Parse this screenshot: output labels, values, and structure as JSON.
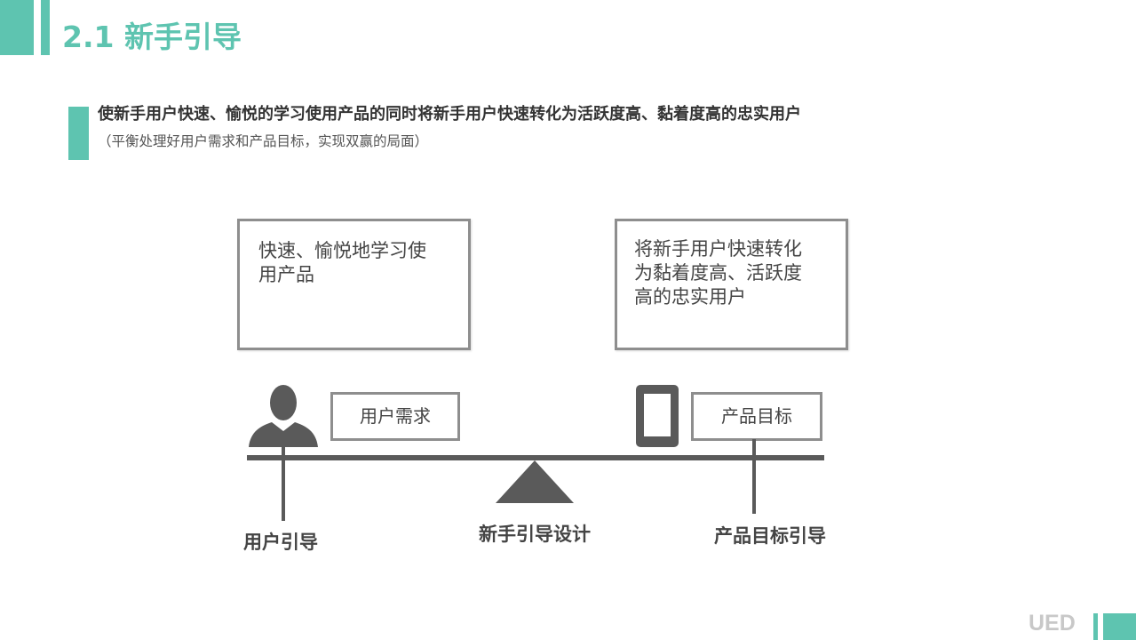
{
  "header": {
    "title": "2.1 新手引导",
    "accent_color": "#5ec4b0"
  },
  "intro": {
    "main": "使新手用户快速、愉悦的学习使用产品的同时将新手用户快速转化为活跃度高、黏着度高的忠实用户",
    "note": "（平衡处理好用户需求和产品目标，实现双赢的局面）"
  },
  "diagram": {
    "left_box": "快速、愉悦地学习使\n用产品",
    "right_box": "将新手用户快速转化\n为黏着度高、活跃度\n高的忠实用户",
    "left_tag": "用户需求",
    "right_tag": "产品目标",
    "left_label": "用户引导",
    "center_label": "新手引导设计",
    "right_label": "产品目标引导",
    "left_icon": "user-icon",
    "right_icon": "phone-icon",
    "line_color": "#5a5a5a"
  },
  "footer": {
    "logo_text": "UED"
  }
}
